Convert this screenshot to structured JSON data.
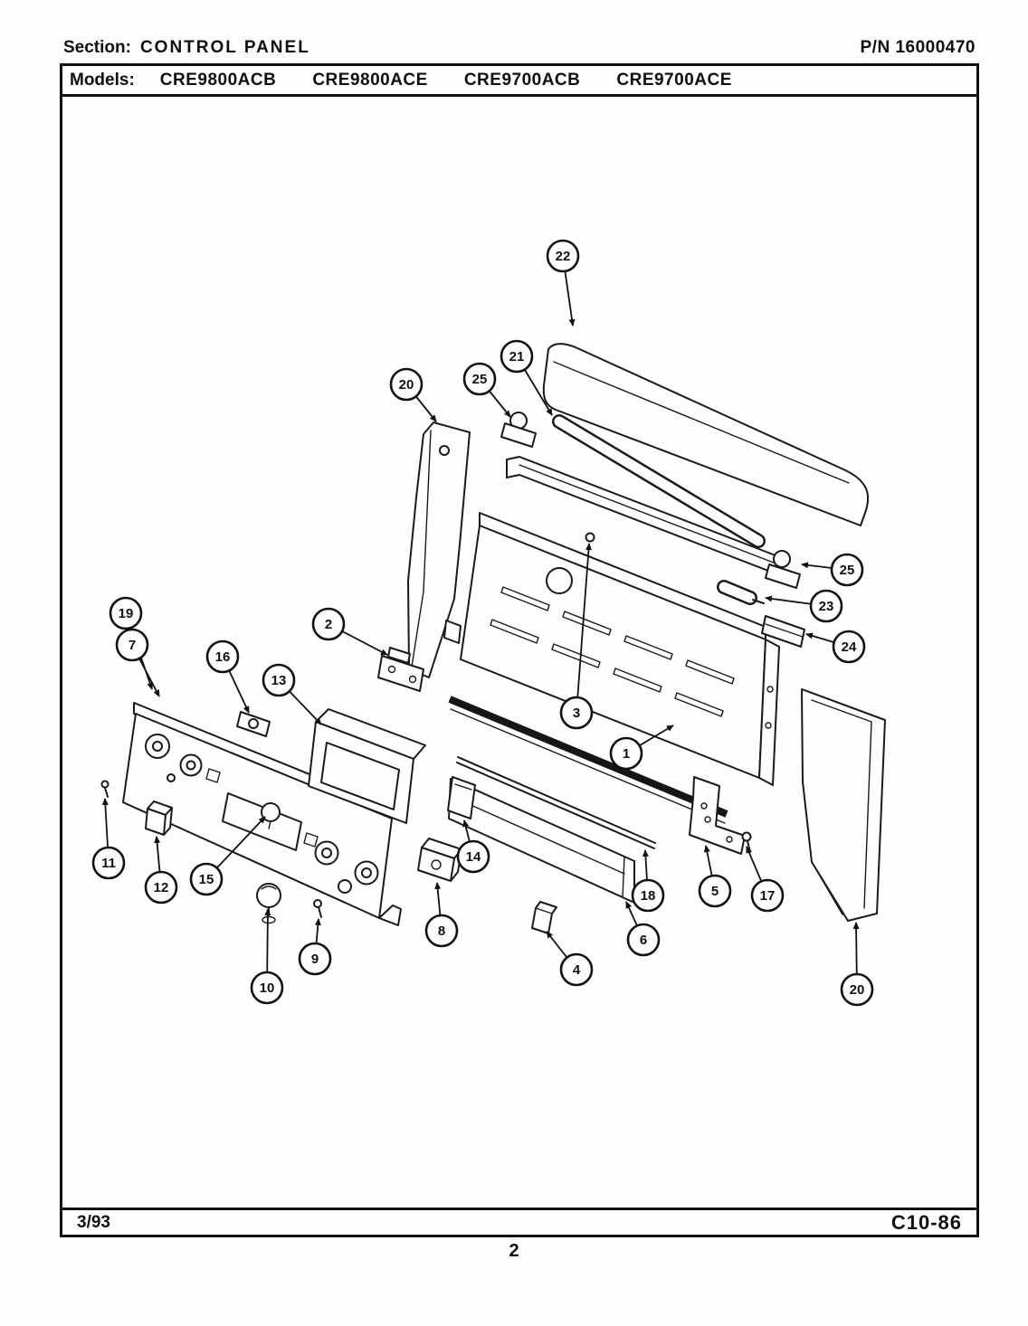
{
  "header": {
    "section_label": "Section:",
    "section_title": "CONTROL PANEL",
    "part_number": "P/N 16000470"
  },
  "models": {
    "label": "Models:",
    "names": [
      "CRE9800ACB",
      "CRE9800ACE",
      "CRE9700ACB",
      "CRE9700ACE"
    ]
  },
  "diagram": {
    "description": "Exploded parts view of range control panel assembly",
    "callouts": [
      "22",
      "21",
      "25",
      "20",
      "25",
      "23",
      "24",
      "2",
      "19",
      "7",
      "16",
      "13",
      "3",
      "1",
      "11",
      "12",
      "15",
      "10",
      "9",
      "8",
      "14",
      "4",
      "6",
      "18",
      "5",
      "17",
      "20"
    ]
  },
  "footer": {
    "date_code": "3/93",
    "section_code": "C10-86",
    "page_number": "2"
  }
}
